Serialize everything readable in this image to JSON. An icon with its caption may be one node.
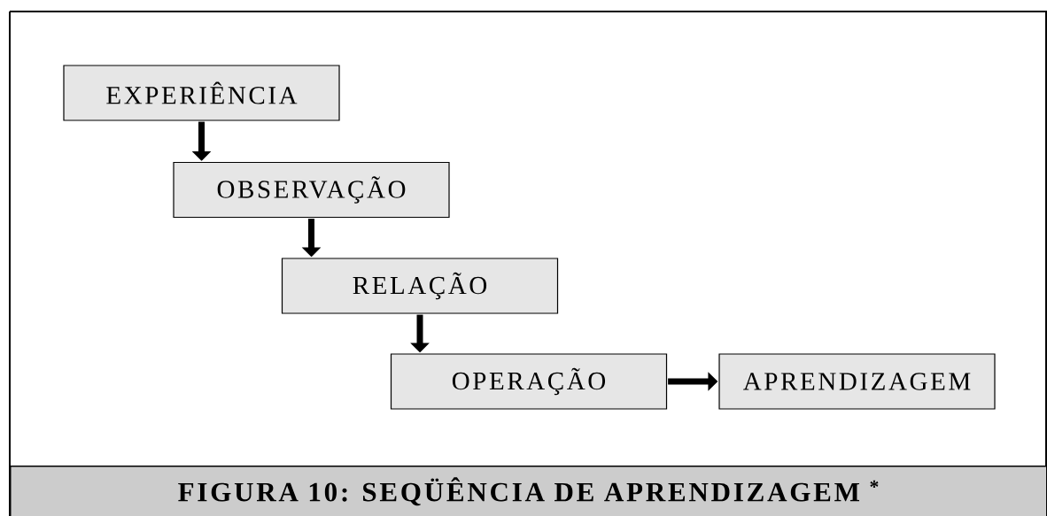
{
  "diagram": {
    "caption": "FIGURA 10: SEQÜÊNCIA DE APRENDIZAGEM $^{*}$",
    "nodes": [
      {
        "text": [
          "EXPERIÊNCIA"
        ]
      },
      {
        "text": [
          "OBSERVAÇÃO"
        ]
      },
      {
        "text": [
          "RELAÇÃO"
        ]
      },
      {
        "text": [
          "OPERAÇÃO"
        ]
      },
      {
        "text": [
          "APRENDIZAGEM"
        ]
      }
    ],
    "edges": [
      {
        "from": 0,
        "to": 1,
        "arrow": "to"
      },
      {
        "from": 1,
        "to": 2,
        "arrow": "to"
      },
      {
        "from": 2,
        "to": 3,
        "arrow": "to"
      },
      {
        "from": 3,
        "to": 4,
        "arrow": "to"
      }
    ]
  }
}
